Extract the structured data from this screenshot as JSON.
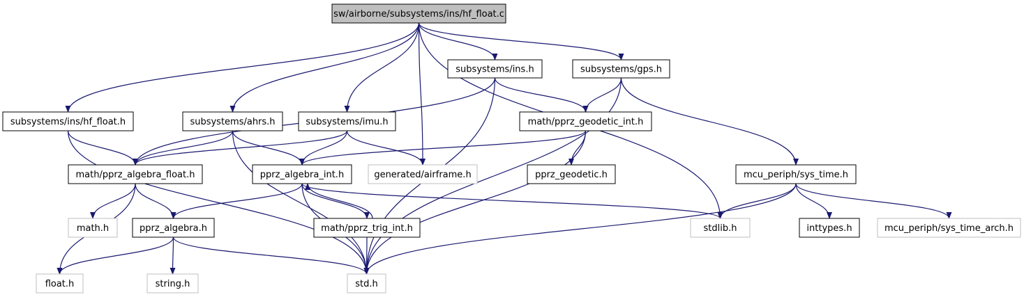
{
  "graph": {
    "colors": {
      "edge": "#191970",
      "root_fill": "#bfbfbf",
      "border": "#000000",
      "external_border": "#bfbfbf",
      "box_fill": "#ffffff"
    },
    "nodes": [
      {
        "id": "root",
        "label": "sw/airborne/subsystems/ins/hf_float.c",
        "kind": "root"
      },
      {
        "id": "ins_h",
        "label": "subsystems/ins.h",
        "kind": "normal"
      },
      {
        "id": "gps_h",
        "label": "subsystems/gps.h",
        "kind": "normal"
      },
      {
        "id": "hf_float_h",
        "label": "subsystems/ins/hf_float.h",
        "kind": "normal"
      },
      {
        "id": "ahrs_h",
        "label": "subsystems/ahrs.h",
        "kind": "normal"
      },
      {
        "id": "imu_h",
        "label": "subsystems/imu.h",
        "kind": "normal"
      },
      {
        "id": "geodetic_int_h",
        "label": "math/pprz_geodetic_int.h",
        "kind": "normal"
      },
      {
        "id": "algebra_float_h",
        "label": "math/pprz_algebra_float.h",
        "kind": "normal"
      },
      {
        "id": "algebra_int_h",
        "label": "pprz_algebra_int.h",
        "kind": "normal"
      },
      {
        "id": "airframe_h",
        "label": "generated/airframe.h",
        "kind": "external"
      },
      {
        "id": "geodetic_h",
        "label": "pprz_geodetic.h",
        "kind": "normal"
      },
      {
        "id": "sys_time_h",
        "label": "mcu_periph/sys_time.h",
        "kind": "normal"
      },
      {
        "id": "math_h",
        "label": "math.h",
        "kind": "external"
      },
      {
        "id": "algebra_h",
        "label": "pprz_algebra.h",
        "kind": "normal"
      },
      {
        "id": "trig_int_h",
        "label": "math/pprz_trig_int.h",
        "kind": "normal"
      },
      {
        "id": "stdlib_h",
        "label": "stdlib.h",
        "kind": "external"
      },
      {
        "id": "inttypes_h",
        "label": "inttypes.h",
        "kind": "normal"
      },
      {
        "id": "sys_time_arch_h",
        "label": "mcu_periph/sys_time_arch.h",
        "kind": "external"
      },
      {
        "id": "float_h",
        "label": "float.h",
        "kind": "external"
      },
      {
        "id": "string_h",
        "label": "string.h",
        "kind": "external"
      },
      {
        "id": "std_h",
        "label": "std.h",
        "kind": "external"
      }
    ],
    "edges": [
      [
        "root",
        "hf_float_h"
      ],
      [
        "root",
        "ahrs_h"
      ],
      [
        "root",
        "imu_h"
      ],
      [
        "root",
        "airframe_h"
      ],
      [
        "root",
        "ins_h"
      ],
      [
        "root",
        "gps_h"
      ],
      [
        "root",
        "stdlib_h"
      ],
      [
        "ins_h",
        "algebra_float_h"
      ],
      [
        "ins_h",
        "geodetic_int_h"
      ],
      [
        "ins_h",
        "std_h"
      ],
      [
        "gps_h",
        "geodetic_int_h"
      ],
      [
        "gps_h",
        "std_h"
      ],
      [
        "gps_h",
        "sys_time_h"
      ],
      [
        "hf_float_h",
        "algebra_float_h"
      ],
      [
        "hf_float_h",
        "std_h"
      ],
      [
        "ahrs_h",
        "algebra_float_h"
      ],
      [
        "ahrs_h",
        "algebra_int_h"
      ],
      [
        "ahrs_h",
        "std_h"
      ],
      [
        "imu_h",
        "algebra_float_h"
      ],
      [
        "imu_h",
        "algebra_int_h"
      ],
      [
        "imu_h",
        "airframe_h"
      ],
      [
        "geodetic_int_h",
        "algebra_int_h"
      ],
      [
        "geodetic_int_h",
        "geodetic_h"
      ],
      [
        "geodetic_int_h",
        "std_h"
      ],
      [
        "algebra_float_h",
        "math_h"
      ],
      [
        "algebra_float_h",
        "algebra_h"
      ],
      [
        "algebra_float_h",
        "float_h"
      ],
      [
        "algebra_int_h",
        "algebra_h"
      ],
      [
        "algebra_int_h",
        "trig_int_h"
      ],
      [
        "algebra_int_h",
        "stdlib_h"
      ],
      [
        "algebra_int_h",
        "std_h"
      ],
      [
        "trig_int_h",
        "algebra_int_h"
      ],
      [
        "trig_int_h",
        "std_h"
      ],
      [
        "algebra_h",
        "float_h"
      ],
      [
        "algebra_h",
        "string_h"
      ],
      [
        "algebra_h",
        "std_h"
      ],
      [
        "sys_time_h",
        "stdlib_h"
      ],
      [
        "sys_time_h",
        "inttypes_h"
      ],
      [
        "sys_time_h",
        "sys_time_arch_h"
      ],
      [
        "sys_time_h",
        "std_h"
      ]
    ]
  }
}
